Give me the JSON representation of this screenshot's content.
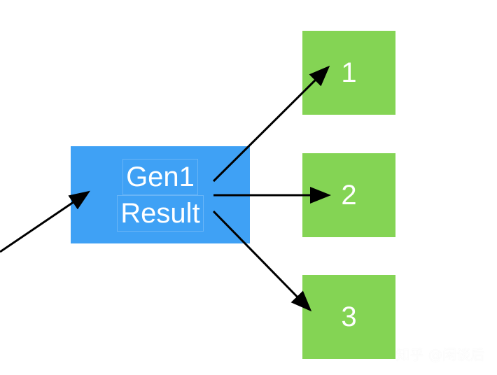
{
  "colors": {
    "result_box": "#3fa1f5",
    "output_box": "#84d454",
    "arrow": "#000000",
    "text": "#ffffff"
  },
  "gen_box": {
    "line1": "Gen1",
    "line2": "Result"
  },
  "outputs": [
    {
      "label": "1"
    },
    {
      "label": "2"
    },
    {
      "label": "3"
    }
  ],
  "watermark": {
    "text": "知乎 @闲谈后"
  }
}
